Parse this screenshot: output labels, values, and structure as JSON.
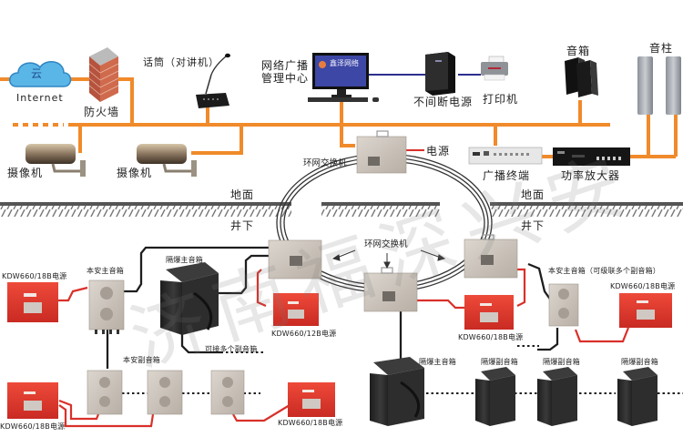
{
  "title": "矿用IP网络广播系统拓扑图",
  "colors": {
    "surface_bus": "#F08A2A",
    "network_link": "#2B2F8F",
    "underground_cable": "#1E1E1E",
    "power_cable": "#D9302A",
    "power_box": "#E23A2C",
    "switch_box": "#CBC3BA",
    "speaker_dark": "#2A2A2A",
    "ground": "#555555"
  },
  "surface": {
    "cloud_label": "云",
    "internet_label": "Internet",
    "firewall_label": "防火墙",
    "microphone_label": "话筒（对讲机）",
    "camera_labels": [
      "摄像机",
      "摄像机"
    ],
    "management_center_label": [
      "网络广播",
      "管理中心"
    ],
    "monitor_screen_text": "鑫泽网络",
    "ups_label": "不间断电源",
    "printer_label": "打印机",
    "speaker_label": "音箱",
    "column_speaker_label": "音柱",
    "broadcast_terminal_label": "广播终端",
    "amplifier_label": "功率放大器",
    "ring_switch_label": "环网交换机",
    "power_label": "电源"
  },
  "ground": {
    "surface_label": "地面",
    "underground_label": "井下"
  },
  "underground": {
    "ring_switch_label": "环网交换机",
    "intrinsic_main_speaker_left": "本安主音箱",
    "flameproof_main_speaker_left": "隔爆主音箱",
    "power_supply_left_top": "KDW660/18B电源",
    "power_supply_center_12b": "KDW660/12B电源",
    "power_supply_center_18b": "KDW660/18B电源",
    "intrinsic_main_speaker_right": "本安主音箱（可级联多个副音箱）",
    "power_supply_right": "KDW660/18B电源",
    "can_connect_multiple": "可接多个副音箱",
    "intrinsic_sub_speaker": "本安副音箱",
    "power_supply_bottom_left": "KDW660/18B电源",
    "power_supply_bottom_right": "KDW660/18B电源",
    "flameproof_main_speaker_bottom": "隔爆主音箱",
    "flameproof_sub_speakers": [
      "隔爆副音箱",
      "隔爆副音箱",
      "隔爆副音箱"
    ]
  },
  "watermark": "济南福深兴安"
}
